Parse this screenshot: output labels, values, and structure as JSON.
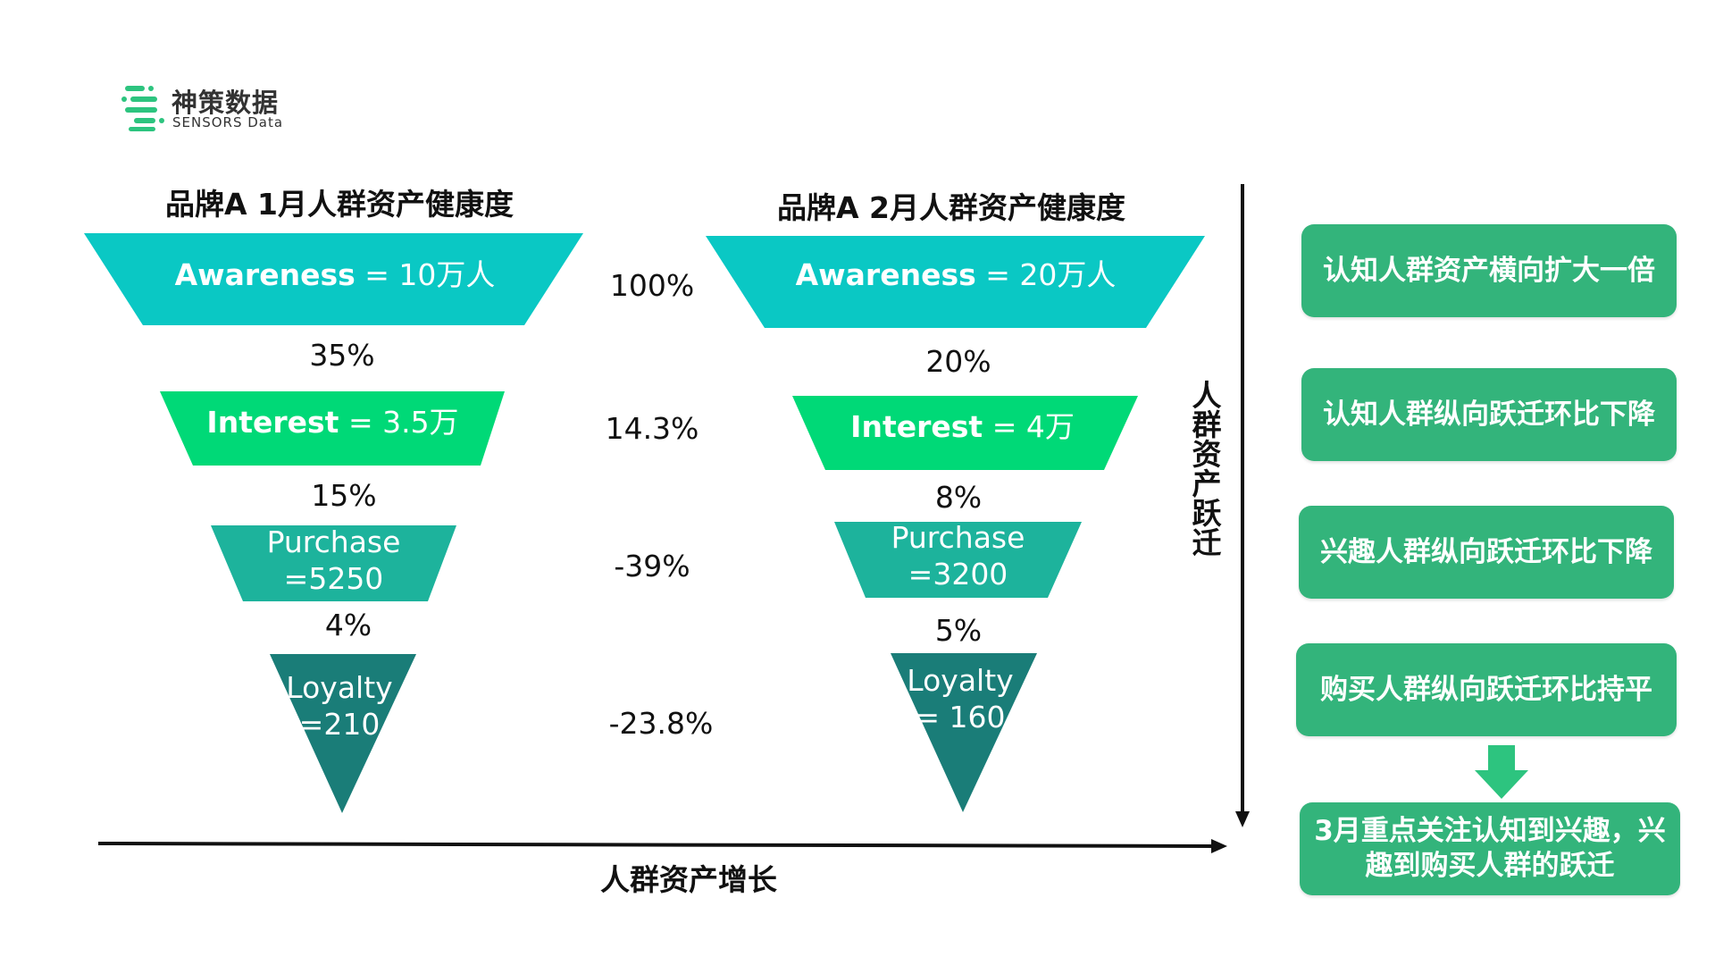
{
  "logo": {
    "name_cn": "神策数据",
    "name_en": "SENSORS Data"
  },
  "funnel_jan": {
    "title": "品牌A 1月人群资产健康度",
    "stages": [
      {
        "label": "Awareness",
        "value": "= 10万人"
      },
      {
        "label": "Interest",
        "value": "= 3.5万"
      },
      {
        "label": "Purchase",
        "value": "=5250"
      },
      {
        "label": "Loyalty",
        "value": "=210"
      }
    ],
    "conversions": [
      "35%",
      "15%",
      "4%"
    ]
  },
  "funnel_feb": {
    "title": "品牌A 2月人群资产健康度",
    "stages": [
      {
        "label": "Awareness",
        "value": "= 20万人"
      },
      {
        "label": "Interest",
        "value": "= 4万"
      },
      {
        "label": "Purchase",
        "value": "=3200"
      },
      {
        "label": "Loyalty",
        "value": "= 160"
      }
    ],
    "conversions": [
      "20%",
      "8%",
      "5%"
    ]
  },
  "changes": [
    "100%",
    "14.3%",
    "-39%",
    "-23.8%"
  ],
  "axes": {
    "horizontal_label": "人群资产增长",
    "vertical_label": "人群资产跃迁"
  },
  "notes": [
    "认知人群资产横向扩大一倍",
    "认知人群纵向跃迁环比下降",
    "兴趣人群纵向跃迁环比下降",
    "购买人群纵向跃迁环比持平",
    "3月重点关注认知到兴趣，兴趣到购买人群的跃迁"
  ],
  "colors": {
    "awareness": "#0ac8c4",
    "interest": "#00d977",
    "purchase": "#1db39c",
    "loyalty": "#1a7d78",
    "note_bg": "#33b47b",
    "arrow_down": "#2dc47f"
  }
}
